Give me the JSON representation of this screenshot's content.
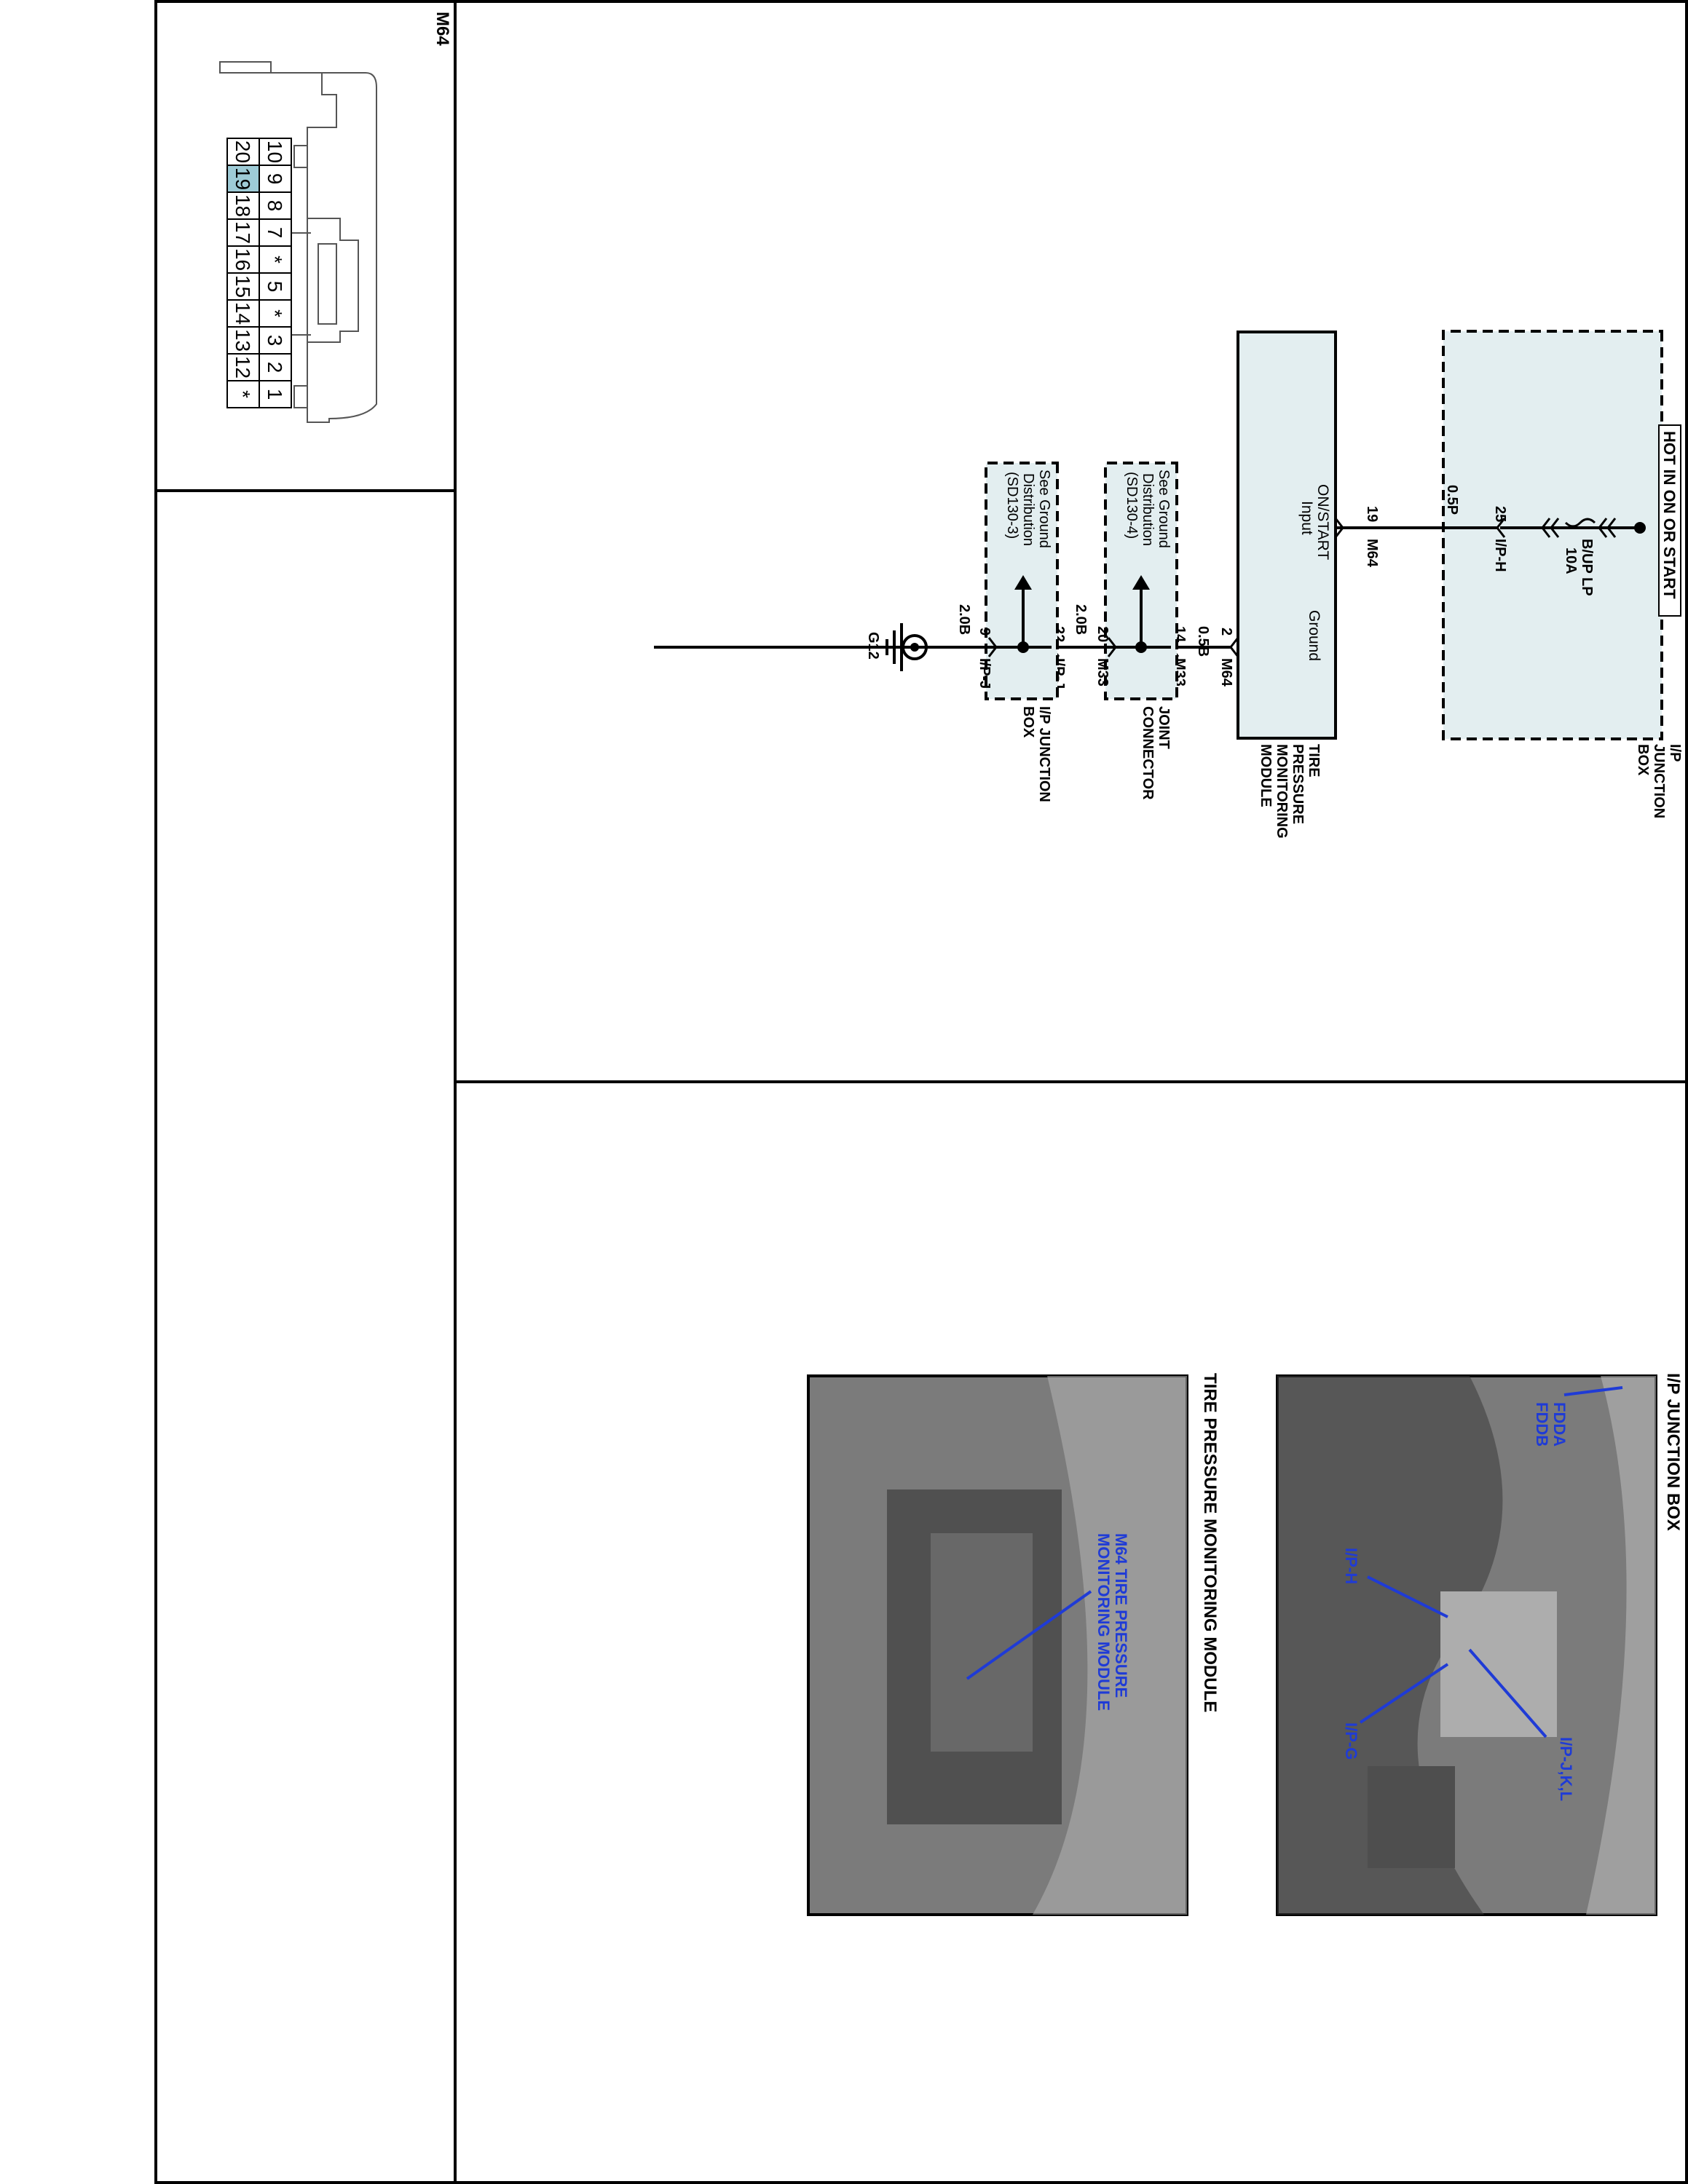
{
  "connector": {
    "title": "M64",
    "row_top": [
      "10",
      "9",
      "8",
      "7",
      "*",
      "5",
      "*",
      "3",
      "2",
      "1"
    ],
    "row_bottom": [
      "20",
      "19",
      "18",
      "17",
      "16",
      "15",
      "14",
      "13",
      "12",
      "*"
    ],
    "highlight_pin": "19",
    "highlight_color": "#9ecbd6"
  },
  "schematic": {
    "hot_label": "HOT IN ON OR START",
    "ipjb_top_label": [
      "I/P",
      "JUNCTION",
      "BOX"
    ],
    "fuse_label": [
      "B/UP LP",
      "10A"
    ],
    "pin_25": "25",
    "conn_ip_h": "I/P-H",
    "wire_05p": "0.5P",
    "pin_19": "19",
    "conn_m64_a": "M64",
    "module_input": [
      "ON/START",
      "Input"
    ],
    "module_ground": "Ground",
    "module_label": [
      "TIRE",
      "PRESSURE",
      "MONITORING",
      "MODULE"
    ],
    "pin_2": "2",
    "conn_m64_b": "M64",
    "wire_05b": "0.5B",
    "pin_14": "14",
    "conn_m33_a": "M33",
    "joint_see": [
      "See Ground",
      "Distribution",
      "(SD130-4)"
    ],
    "joint_label": [
      "JOINT",
      "CONNECTOR"
    ],
    "pin_20": "20",
    "conn_m33_b": "M33",
    "wire_20b_a": "2.0B",
    "pin_22": "22",
    "conn_ip_j_a": "I/P-J",
    "ipjb2_see": [
      "See Ground",
      "Distribution",
      "(SD130-3)"
    ],
    "ipjb2_label": [
      "I/P JUNCTION",
      "BOX"
    ],
    "pin_9": "9",
    "conn_ip_j_b": "I/P-J",
    "wire_20b_b": "2.0B",
    "ground_label": "G12",
    "box_fill": "#e3eef0"
  },
  "photos": {
    "ipjb_title": "I/P JUNCTION BOX",
    "ipjb_labels": {
      "fdda": "FDDA",
      "fddb": "FDDB",
      "iph": "I/P-H",
      "ipg": "I/P-G",
      "ipjkl": "I/P-J,K,L"
    },
    "tpms_title": "TIRE PRESSURE MONITORING MODULE",
    "tpms_labels": [
      "M64 TIRE PRESSURE",
      "MONITORING MODULE"
    ],
    "label_color": "#1f3bd6"
  }
}
